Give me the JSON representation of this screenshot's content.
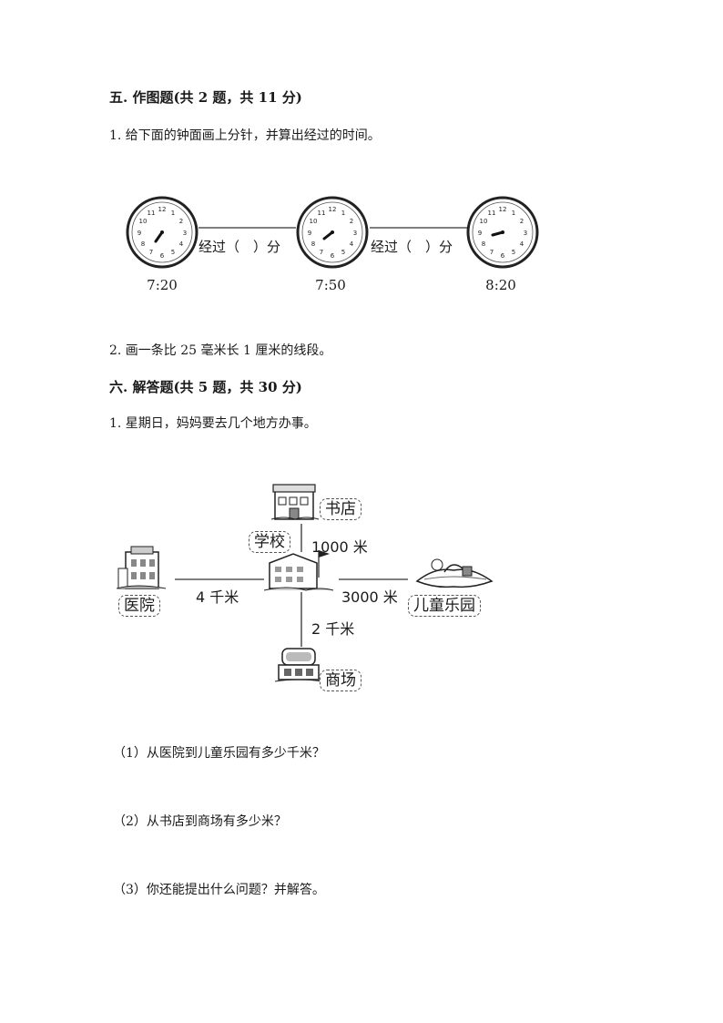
{
  "section5": {
    "title": "五. 作图题(共 2 题，共 11 分)",
    "q1": "1. 给下面的钟面画上分针，并算出经过的时间。",
    "elapsed1": "经过（　）分",
    "elapsed2": "经过（　）分",
    "times": [
      "7:20",
      "7:50",
      "8:20"
    ],
    "q2": "2. 画一条比 25 毫米长 1 厘米的线段。"
  },
  "section6": {
    "title": "六. 解答题(共 5 题，共 30 分)",
    "q1": "1. 星期日，妈妈要去几个地方办事。",
    "map": {
      "bookstore": "书店",
      "school": "学校",
      "hospital": "医院",
      "park": "儿童乐园",
      "mall": "商场",
      "dist_school_bookstore": "1000 米",
      "dist_hospital_school": "4 千米",
      "dist_school_park": "3000 米",
      "dist_school_mall": "2 千米"
    },
    "sub1": "（1）从医院到儿童乐园有多少千米？",
    "sub2": "（2）从书店到商场有多少米？",
    "sub3": "（3）你还能提出什么问题？并解答。"
  }
}
